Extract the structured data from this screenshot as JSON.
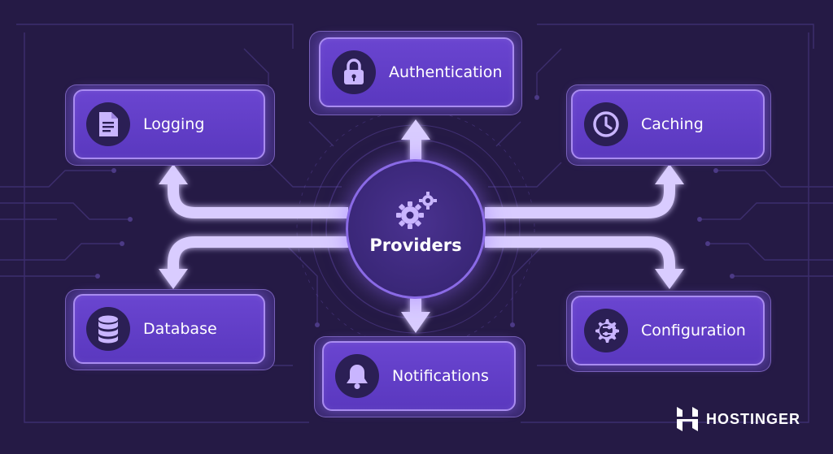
{
  "center": {
    "label": "Providers",
    "icon": "gears-icon"
  },
  "nodes": {
    "authentication": {
      "label": "Authentication",
      "icon": "lock-icon"
    },
    "logging": {
      "label": "Logging",
      "icon": "document-icon"
    },
    "caching": {
      "label": "Caching",
      "icon": "clock-icon"
    },
    "database": {
      "label": "Database",
      "icon": "database-icon"
    },
    "notifications": {
      "label": "Notifications",
      "icon": "bell-icon"
    },
    "configuration": {
      "label": "Configuration",
      "icon": "gear-sliders-icon"
    }
  },
  "brand": {
    "name": "HOSTINGER",
    "icon": "hostinger-logo-icon"
  },
  "colors": {
    "background": "#251a45",
    "box_fill": "#5a38bf",
    "box_border": "#a98cf0",
    "arrow": "#d9ccff",
    "icon_circle": "#2b1f55",
    "icon_fill": "#c9b5ff"
  }
}
